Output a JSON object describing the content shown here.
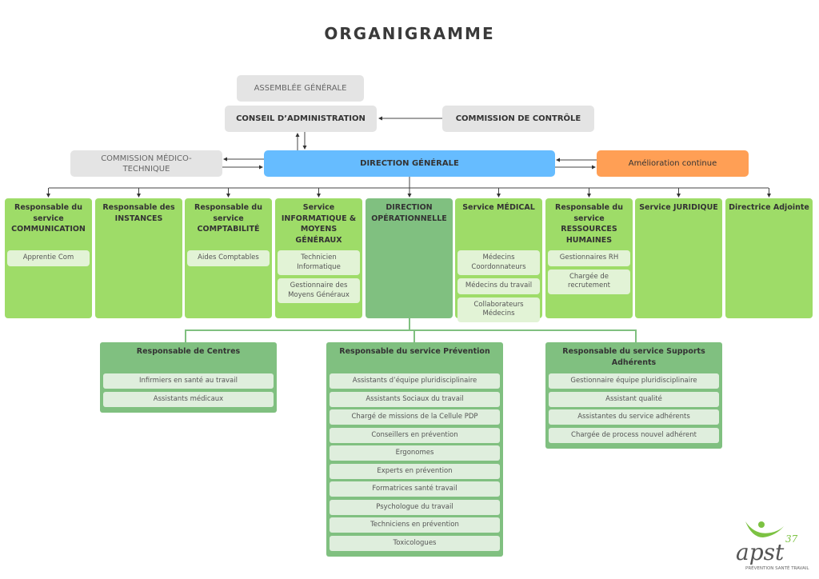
{
  "title": "ORGANIGRAMME",
  "governance": {
    "assemblee": "ASSEMBLÉE GÉNÉRALE",
    "conseil": "CONSEIL D’ADMINISTRATION",
    "controle": "COMMISSION DE CONTRÔLE",
    "medico": "COMMISSION MÉDICO-TECHNIQUE",
    "direction_generale": "DIRECTION GÉNÉRALE",
    "amelioration": "Amélioration continue"
  },
  "colors": {
    "direction": "#66bcff",
    "amelioration": "#ff9f55",
    "service": "#9edc68",
    "operational": "#80c080",
    "grey": "#e4e4e4"
  },
  "columns": [
    {
      "title": "Responsable du service COMMUNICATION",
      "items": [
        "Apprentie Com"
      ]
    },
    {
      "title": "Responsable des INSTANCES",
      "items": []
    },
    {
      "title": "Responsable du service COMPTABILITÉ",
      "items": [
        "Aides Comptables"
      ]
    },
    {
      "title": "Service INFORMATIQUE & MOYENS GÉNÉRAUX",
      "items": [
        "Technicien Informatique",
        "Gestionnaire des Moyens Généraux"
      ]
    },
    {
      "title": "DIRECTION OPÉRATIONNELLE",
      "items": [],
      "dark": true
    },
    {
      "title": "Service MÉDICAL",
      "items": [
        "Médecins Coordonnateurs",
        "Médecins du travail",
        "Collaborateurs Médecins"
      ]
    },
    {
      "title": "Responsable du service RESSOURCES HUMAINES",
      "items": [
        "Gestionnaires RH",
        "Chargée de recrutement"
      ]
    },
    {
      "title": "Service JURIDIQUE",
      "items": []
    },
    {
      "title": "Directrice Adjointe",
      "items": []
    }
  ],
  "groups": [
    {
      "title": "Responsable de Centres",
      "items": [
        "Infirmiers en santé au travail",
        "Assistants médicaux"
      ]
    },
    {
      "title": "Responsable du service Prévention",
      "items": [
        "Assistants d’équipe pluridisciplinaire",
        "Assistants Sociaux du travail",
        "Chargé de missions de la Cellule PDP",
        "Conseillers en prévention",
        "Ergonomes",
        "Experts en prévention",
        "Formatrices santé travail",
        "Psychologue du travail",
        "Techniciens en prévention",
        "Toxicologues"
      ]
    },
    {
      "title": "Responsable du service Supports Adhérents",
      "items": [
        "Gestionnaire équipe pluridisciplinaire",
        "Assistant qualité",
        "Assistantes du service adhérents",
        "Chargée de process nouvel adhérent"
      ]
    }
  ],
  "logo": {
    "text": "apst",
    "number": "37",
    "tagline": "PRÉVENTION SANTÉ TRAVAIL"
  }
}
